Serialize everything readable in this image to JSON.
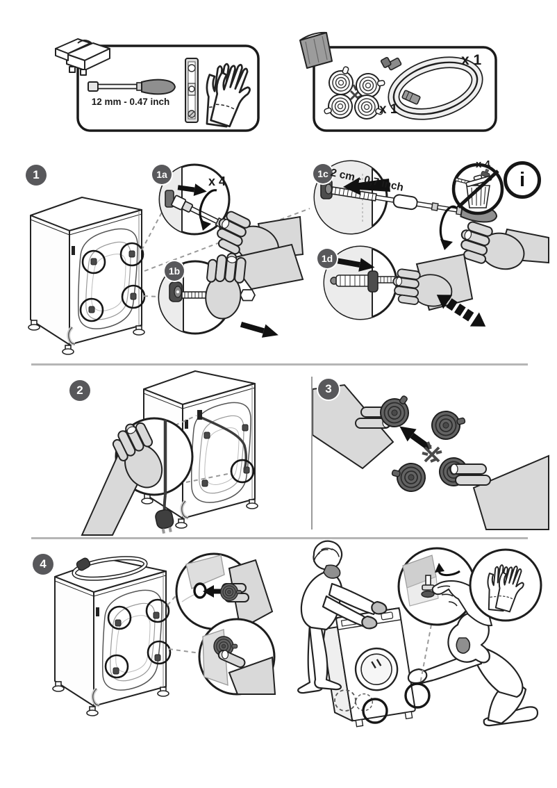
{
  "kit": {
    "tools_box": {
      "socket_size_label": "12 mm - 0.47 inch",
      "items": [
        "toolbox-icon",
        "socket-wrench-icon",
        "spirit-level-icon",
        "protective-gloves-icon"
      ]
    },
    "parts_box": {
      "caps_qty_label": "x 1",
      "hose_qty_label": "x 1",
      "items": [
        "plastic-bag-icon",
        "transport-hole-caps-icon",
        "water-inlet-hose-icon"
      ]
    }
  },
  "steps": {
    "step1": {
      "badge": "1",
      "substeps": {
        "a": {
          "badge": "1a",
          "repeat_label": "x 4"
        },
        "b": {
          "badge": "1b"
        },
        "c": {
          "badge": "1c",
          "distance_label": "2 cm - 0,7 inch",
          "keep_parts_label": "x 4",
          "info_symbol": "i"
        },
        "d": {
          "badge": "1d"
        }
      }
    },
    "step2": {
      "badge": "2"
    },
    "step3": {
      "badge": "3"
    },
    "step4": {
      "badge": "4"
    }
  },
  "colors": {
    "badge_bg": "#58585b",
    "badge_text": "#ffffff",
    "outline": "#222222",
    "divider": "#b5b5b5",
    "hand_fill": "#d9d9d9",
    "cap_fill": "#636363",
    "panel_fill": "#ececec"
  }
}
